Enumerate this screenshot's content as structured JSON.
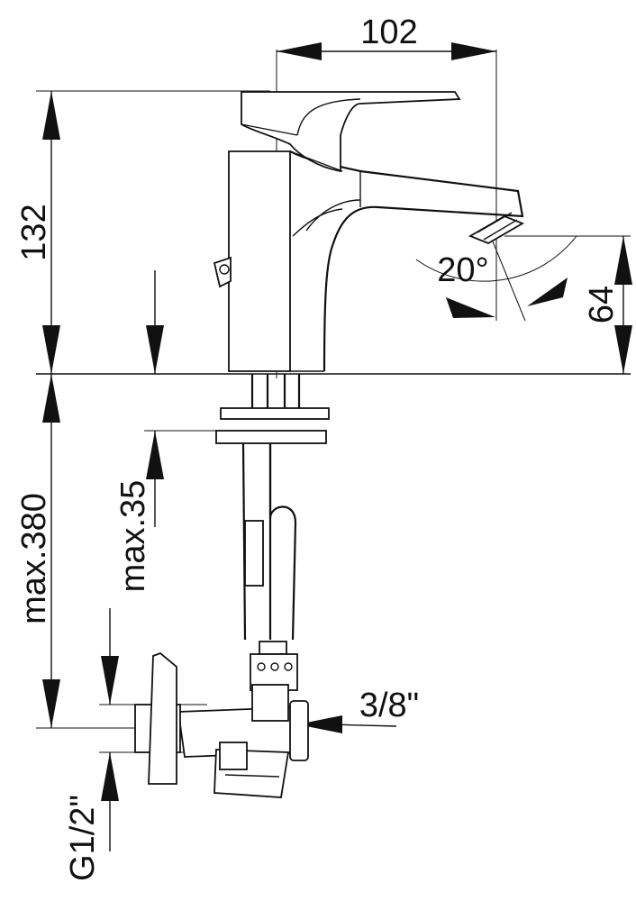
{
  "dimensions": {
    "spout_reach": "102",
    "height": "132",
    "spout_height": "64",
    "swivel_angle": "20°",
    "max_hose_length": "max.380",
    "max_thickness": "max.35",
    "outlet_thread": "3/8\"",
    "inlet_thread": "G1/2\""
  },
  "colors": {
    "line": "#111111",
    "background": "#ffffff"
  }
}
